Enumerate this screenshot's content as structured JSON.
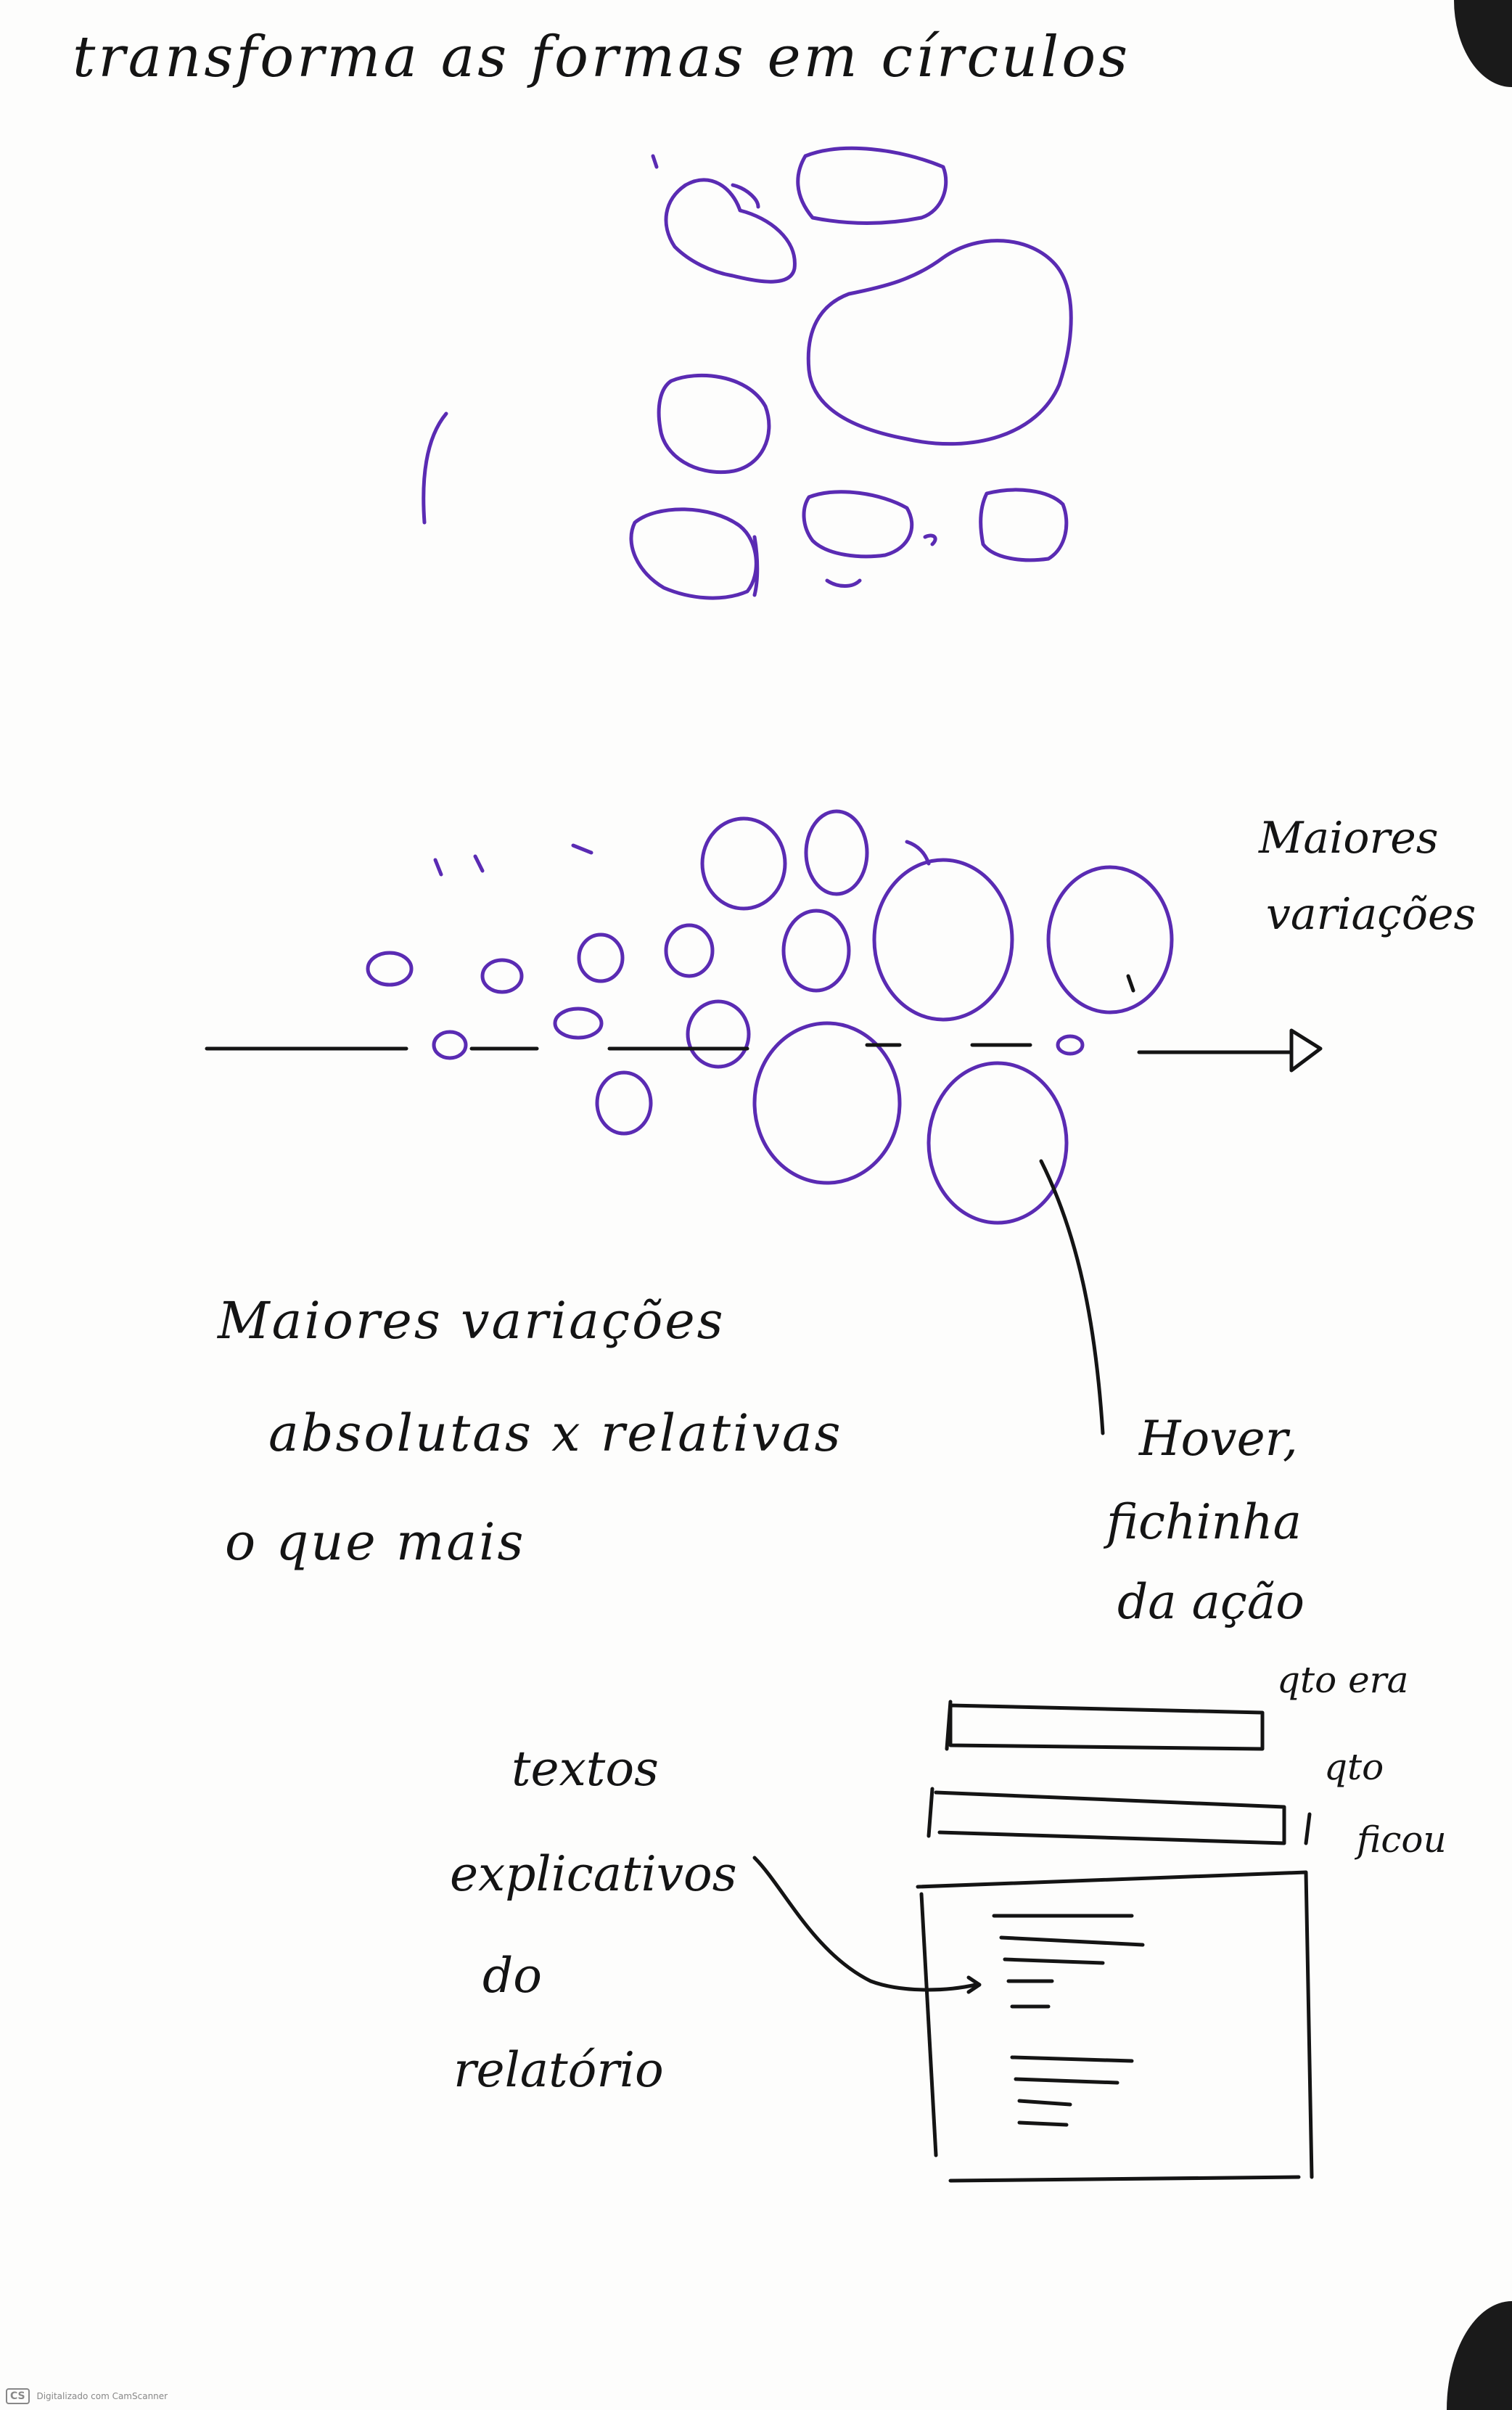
{
  "notes": {
    "title": "transforma as formas em círculos",
    "side_note": [
      "Maiores",
      "variações"
    ],
    "main_note": [
      "Maiores variações",
      "absolutas x relativas",
      "o que mais"
    ],
    "hover_note": [
      "Hover,",
      "fichinha",
      "da ação"
    ],
    "qty_notes": [
      "qto era",
      "qto",
      "ficou"
    ],
    "report_note": [
      "textos",
      "explicativos",
      "do",
      "relatório"
    ]
  },
  "watermark": {
    "logo": "CS",
    "text": "Digitalizado com CamScanner"
  },
  "colors": {
    "ink": "#141414",
    "purple_ink": "#5a2bb3",
    "paper": "#fdfdfc"
  }
}
